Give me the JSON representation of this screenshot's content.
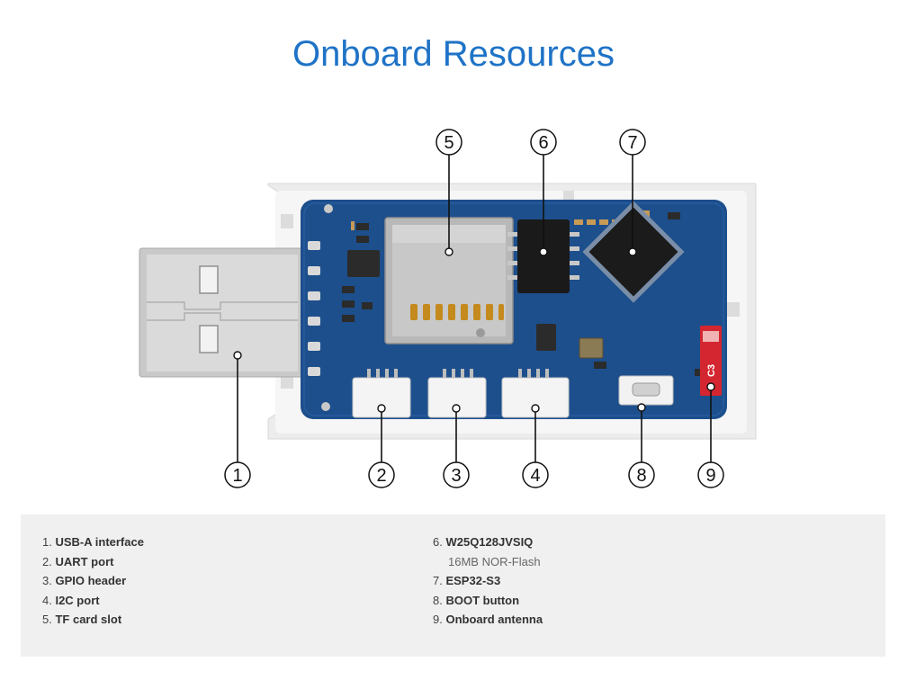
{
  "title": "Onboard Resources",
  "callouts": [
    {
      "number": "1",
      "label": "USB-A interface"
    },
    {
      "number": "2",
      "label": "UART port"
    },
    {
      "number": "3",
      "label": "GPIO header"
    },
    {
      "number": "4",
      "label": "I2C port"
    },
    {
      "number": "5",
      "label": "TF card slot"
    },
    {
      "number": "6",
      "label": "W25Q128JVSIQ",
      "sublabel": "16MB NOR-Flash"
    },
    {
      "number": "7",
      "label": "ESP32-S3"
    },
    {
      "number": "8",
      "label": "BOOT button"
    },
    {
      "number": "9",
      "label": "Onboard antenna"
    }
  ],
  "legend": {
    "left": [
      {
        "number": "1.",
        "label": "USB-A interface"
      },
      {
        "number": "2.",
        "label": "UART port"
      },
      {
        "number": "3.",
        "label": "GPIO header"
      },
      {
        "number": "4.",
        "label": "I2C port"
      },
      {
        "number": "5.",
        "label": "TF card slot"
      }
    ],
    "right": [
      {
        "number": "6.",
        "label": "W25Q128JVSIQ"
      },
      {
        "sublabel": "16MB NOR-Flash"
      },
      {
        "number": "7.",
        "label": "ESP32-S3"
      },
      {
        "number": "8.",
        "label": "BOOT button"
      },
      {
        "number": "9.",
        "label": "Onboard antenna"
      }
    ]
  },
  "antenna_text": "C3",
  "colors": {
    "title": "#1f73c7",
    "pcb": "#1d4f8c",
    "case": "#e9e9e9",
    "antenna": "#d42630"
  }
}
